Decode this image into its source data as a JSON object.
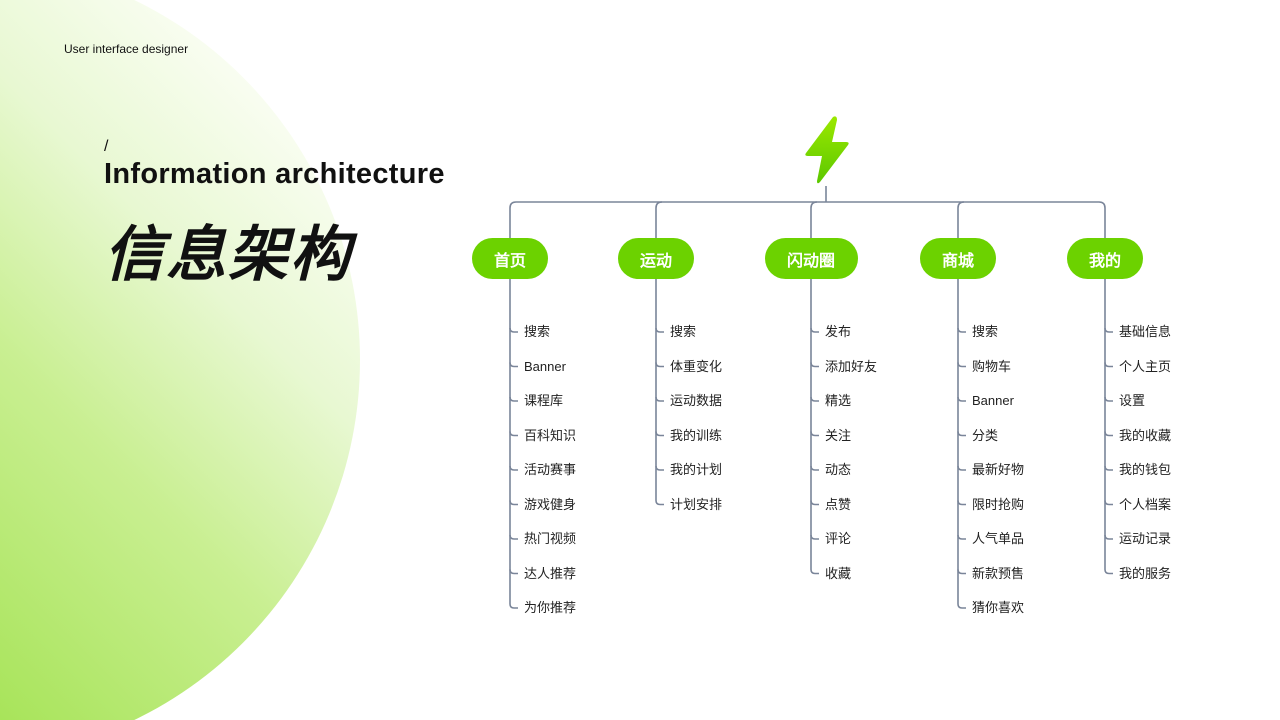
{
  "header": {
    "subtitle": "User interface designer",
    "slash": "/",
    "title_en": "Information architecture",
    "title_cn": "信息架构"
  },
  "colors": {
    "accent": "#6cd200",
    "line": "#7a8599"
  },
  "root_icon": "lightning-bolt-icon",
  "columns": [
    {
      "label": "首页",
      "items": [
        "搜索",
        "Banner",
        "课程库",
        "百科知识",
        "活动赛事",
        "游戏健身",
        "热门视频",
        "达人推荐",
        "为你推荐"
      ]
    },
    {
      "label": "运动",
      "items": [
        "搜索",
        "体重变化",
        "运动数据",
        "我的训练",
        "我的计划",
        "计划安排"
      ]
    },
    {
      "label": "闪动圈",
      "items": [
        "发布",
        "添加好友",
        "精选",
        "关注",
        "动态",
        "点赞",
        "评论",
        "收藏"
      ]
    },
    {
      "label": "商城",
      "items": [
        "搜索",
        "购物车",
        "Banner",
        "分类",
        "最新好物",
        "限时抢购",
        "人气单品",
        "新款预售",
        "猜你喜欢"
      ]
    },
    {
      "label": "我的",
      "items": [
        "基础信息",
        "个人主页",
        "设置",
        "我的收藏",
        "我的钱包",
        "个人档案",
        "运动记录",
        "我的服务"
      ]
    }
  ]
}
